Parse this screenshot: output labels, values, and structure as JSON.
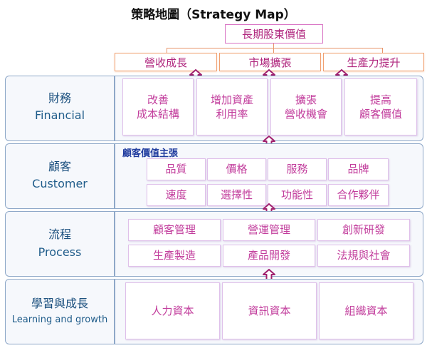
{
  "title": "策略地圖（Strategy Map）",
  "goal": "長期股東價值",
  "strategies": [
    "營收成長",
    "市場擴張",
    "生產力提升"
  ],
  "financial": {
    "label_zh": "財務",
    "label_en": "Financial",
    "items": [
      {
        "line1": "改善",
        "line2": "成本結構"
      },
      {
        "line1": "增加資產",
        "line2": "利用率"
      },
      {
        "line1": "擴張",
        "line2": "營收機會"
      },
      {
        "line1": "提高",
        "line2": "顧客價值"
      }
    ]
  },
  "customer": {
    "label_zh": "顧客",
    "label_en": "Customer",
    "value_prop_label": "顧客價值主張",
    "row1": [
      "品質",
      "價格",
      "服務",
      "品牌"
    ],
    "row2": [
      "速度",
      "選擇性",
      "功能性",
      "合作夥伴"
    ]
  },
  "process": {
    "label_zh": "流程",
    "label_en": "Process",
    "row1": [
      "顧客管理",
      "營運管理",
      "創新研發"
    ],
    "row2": [
      "生產製造",
      "產品開發",
      "法規與社會"
    ]
  },
  "learning": {
    "label_zh": "學習與成長",
    "label_en": "Learning and growth",
    "items": [
      "人力資本",
      "資訊資本",
      "組織資本"
    ]
  },
  "colors": {
    "band_border": "#8ea8c8",
    "cell_border": "#dfc0ea",
    "cell_text": "#c23d9c",
    "strategy_border": "#f0a070",
    "arrow": "#a0206e",
    "label_text": "#1a4f7e"
  },
  "icons": [
    "up-arrow-icon"
  ]
}
